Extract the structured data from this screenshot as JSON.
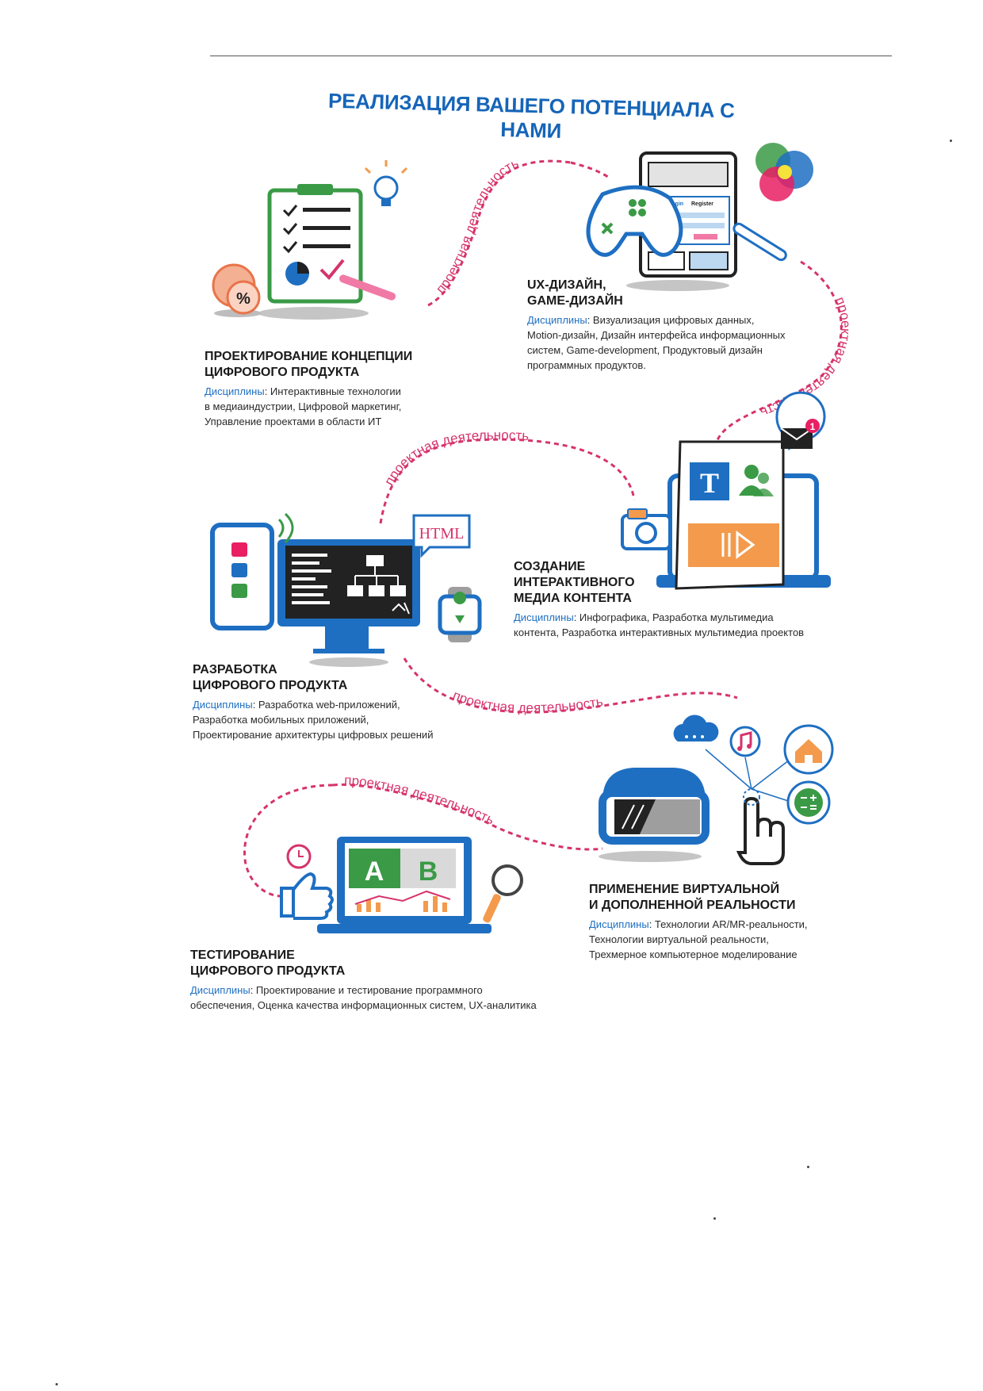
{
  "title": "РЕАЛИЗАЦИЯ ВАШЕГО ПОТЕНЦИАЛА С НАМИ",
  "path_label": "проектная деятельность",
  "colors": {
    "title": "#1565b8",
    "path": "#d6336c",
    "accent_blue": "#1e6fc2",
    "green": "#3a9a46",
    "orange": "#f39a4c"
  },
  "sections": [
    {
      "id": "concept",
      "heading_lines": [
        "ПРОЕКТИРОВАНИЕ КОНЦЕПЦИИ",
        "ЦИФРОВОГО ПРОДУКТА"
      ],
      "disc_label": "Дисциплины",
      "disc_lines": [
        ": Интерактивные технологии",
        "в медиаиндустрии,  Цифровой маркетинг,",
        "Управление  проектами в области ИТ"
      ],
      "icon": "checklist-document-icon"
    },
    {
      "id": "ux",
      "heading_lines": [
        "UX-ДИЗАЙН,",
        "GAME-ДИЗАЙН"
      ],
      "disc_label": "Дисциплины",
      "disc_lines": [
        ": Визуализация цифровых данных,",
        "Motion-дизайн,  Дизайн интерфейса информационных",
        "систем, Game-development, Продуктовый дизайн",
        "программных продуктов."
      ],
      "icon": "gamepad-tablet-icon",
      "login_tab": "Login",
      "register_tab": "Register"
    },
    {
      "id": "media",
      "heading_lines": [
        "СОЗДАНИЕ",
        "ИНТЕРАКТИВНОГО",
        "МЕДИА КОНТЕНТА"
      ],
      "disc_label": "Дисциплины",
      "disc_lines": [
        ": Инфографика, Разработка мультимедиа",
        "контента,  Разработка интерактивных мультимедиа проектов"
      ],
      "icon": "media-laptop-icon",
      "text_tile": "T"
    },
    {
      "id": "dev",
      "heading_lines": [
        "РАЗРАБОТКА",
        "ЦИФРОВОГО ПРОДУКТА"
      ],
      "disc_label": "Дисциплины",
      "disc_lines": [
        ": Разработка web-приложений,",
        "Разработка мобильных приложений,",
        "Проектирование архитектуры цифровых решений"
      ],
      "icon": "monitor-code-icon",
      "html_tag": "HTML"
    },
    {
      "id": "vr",
      "heading_lines": [
        "ПРИМЕНЕНИЕ ВИРТУАЛЬНОЙ",
        "И ДОПОЛНЕННОЙ РЕАЛЬНОСТИ"
      ],
      "disc_label": "Дисциплины",
      "disc_lines": [
        ": Технологии AR/MR-реальности,",
        "Технологии виртуальной реальности,",
        "Трехмерное компьютерное моделирование"
      ],
      "icon": "vr-headset-icon"
    },
    {
      "id": "test",
      "heading_lines": [
        "ТЕСТИРОВАНИЕ",
        "ЦИФРОВОГО ПРОДУКТА"
      ],
      "disc_label": "Дисциплины",
      "disc_lines": [
        ": Проектирование и тестирование программного",
        "обеспечения, Оценка качества информационных систем, UX-аналитика"
      ],
      "icon": "ab-testing-laptop-icon",
      "tile_a": "A",
      "tile_b": "B"
    }
  ]
}
